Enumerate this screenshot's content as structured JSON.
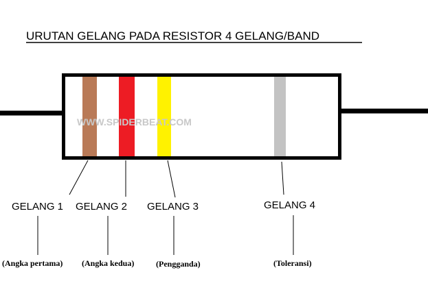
{
  "title": "URUTAN GELANG PADA RESISTOR 4 GELANG/BAND",
  "watermark": "WWW.SPIDERBEAT.COM",
  "colors": {
    "outline": "#000000",
    "background": "#ffffff",
    "watermark": "#c8c8c8"
  },
  "bands": [
    {
      "label": "GELANG 1",
      "description": "(Angka pertama)",
      "color": "#b97a57"
    },
    {
      "label": "GELANG 2",
      "description": "(Angka kedua)",
      "color": "#ed1c24"
    },
    {
      "label": "GELANG 3",
      "description": "(Pengganda)",
      "color": "#fff200"
    },
    {
      "label": "GELANG 4",
      "description": "(Toleransi)",
      "color": "#c3c3c3"
    }
  ]
}
